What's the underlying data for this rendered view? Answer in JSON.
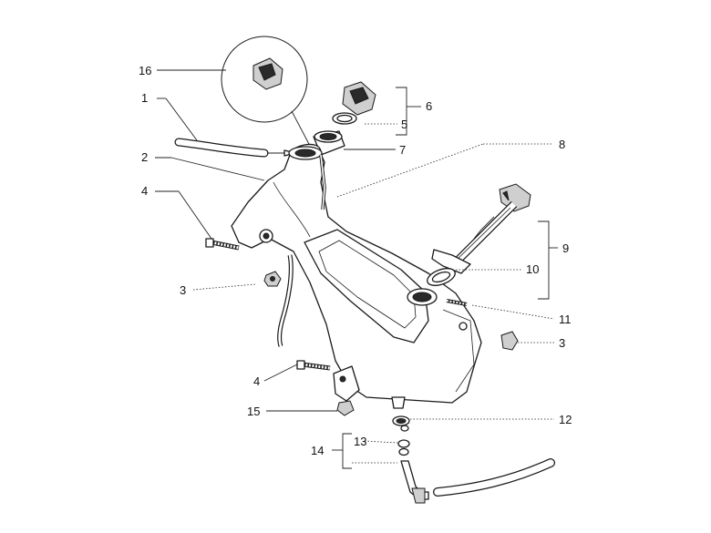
{
  "callouts": [
    {
      "id": "16",
      "label": "16"
    },
    {
      "id": "1",
      "label": "1"
    },
    {
      "id": "2",
      "label": "2"
    },
    {
      "id": "4a",
      "label": "4"
    },
    {
      "id": "3a",
      "label": "3"
    },
    {
      "id": "6",
      "label": "6"
    },
    {
      "id": "5",
      "label": "5"
    },
    {
      "id": "7",
      "label": "7"
    },
    {
      "id": "8",
      "label": "8"
    },
    {
      "id": "9",
      "label": "9"
    },
    {
      "id": "10",
      "label": "10"
    },
    {
      "id": "11",
      "label": "11"
    },
    {
      "id": "3b",
      "label": "3"
    },
    {
      "id": "4b",
      "label": "4"
    },
    {
      "id": "15",
      "label": "15"
    },
    {
      "id": "12",
      "label": "12"
    },
    {
      "id": "13",
      "label": "13"
    },
    {
      "id": "14",
      "label": "14"
    }
  ]
}
